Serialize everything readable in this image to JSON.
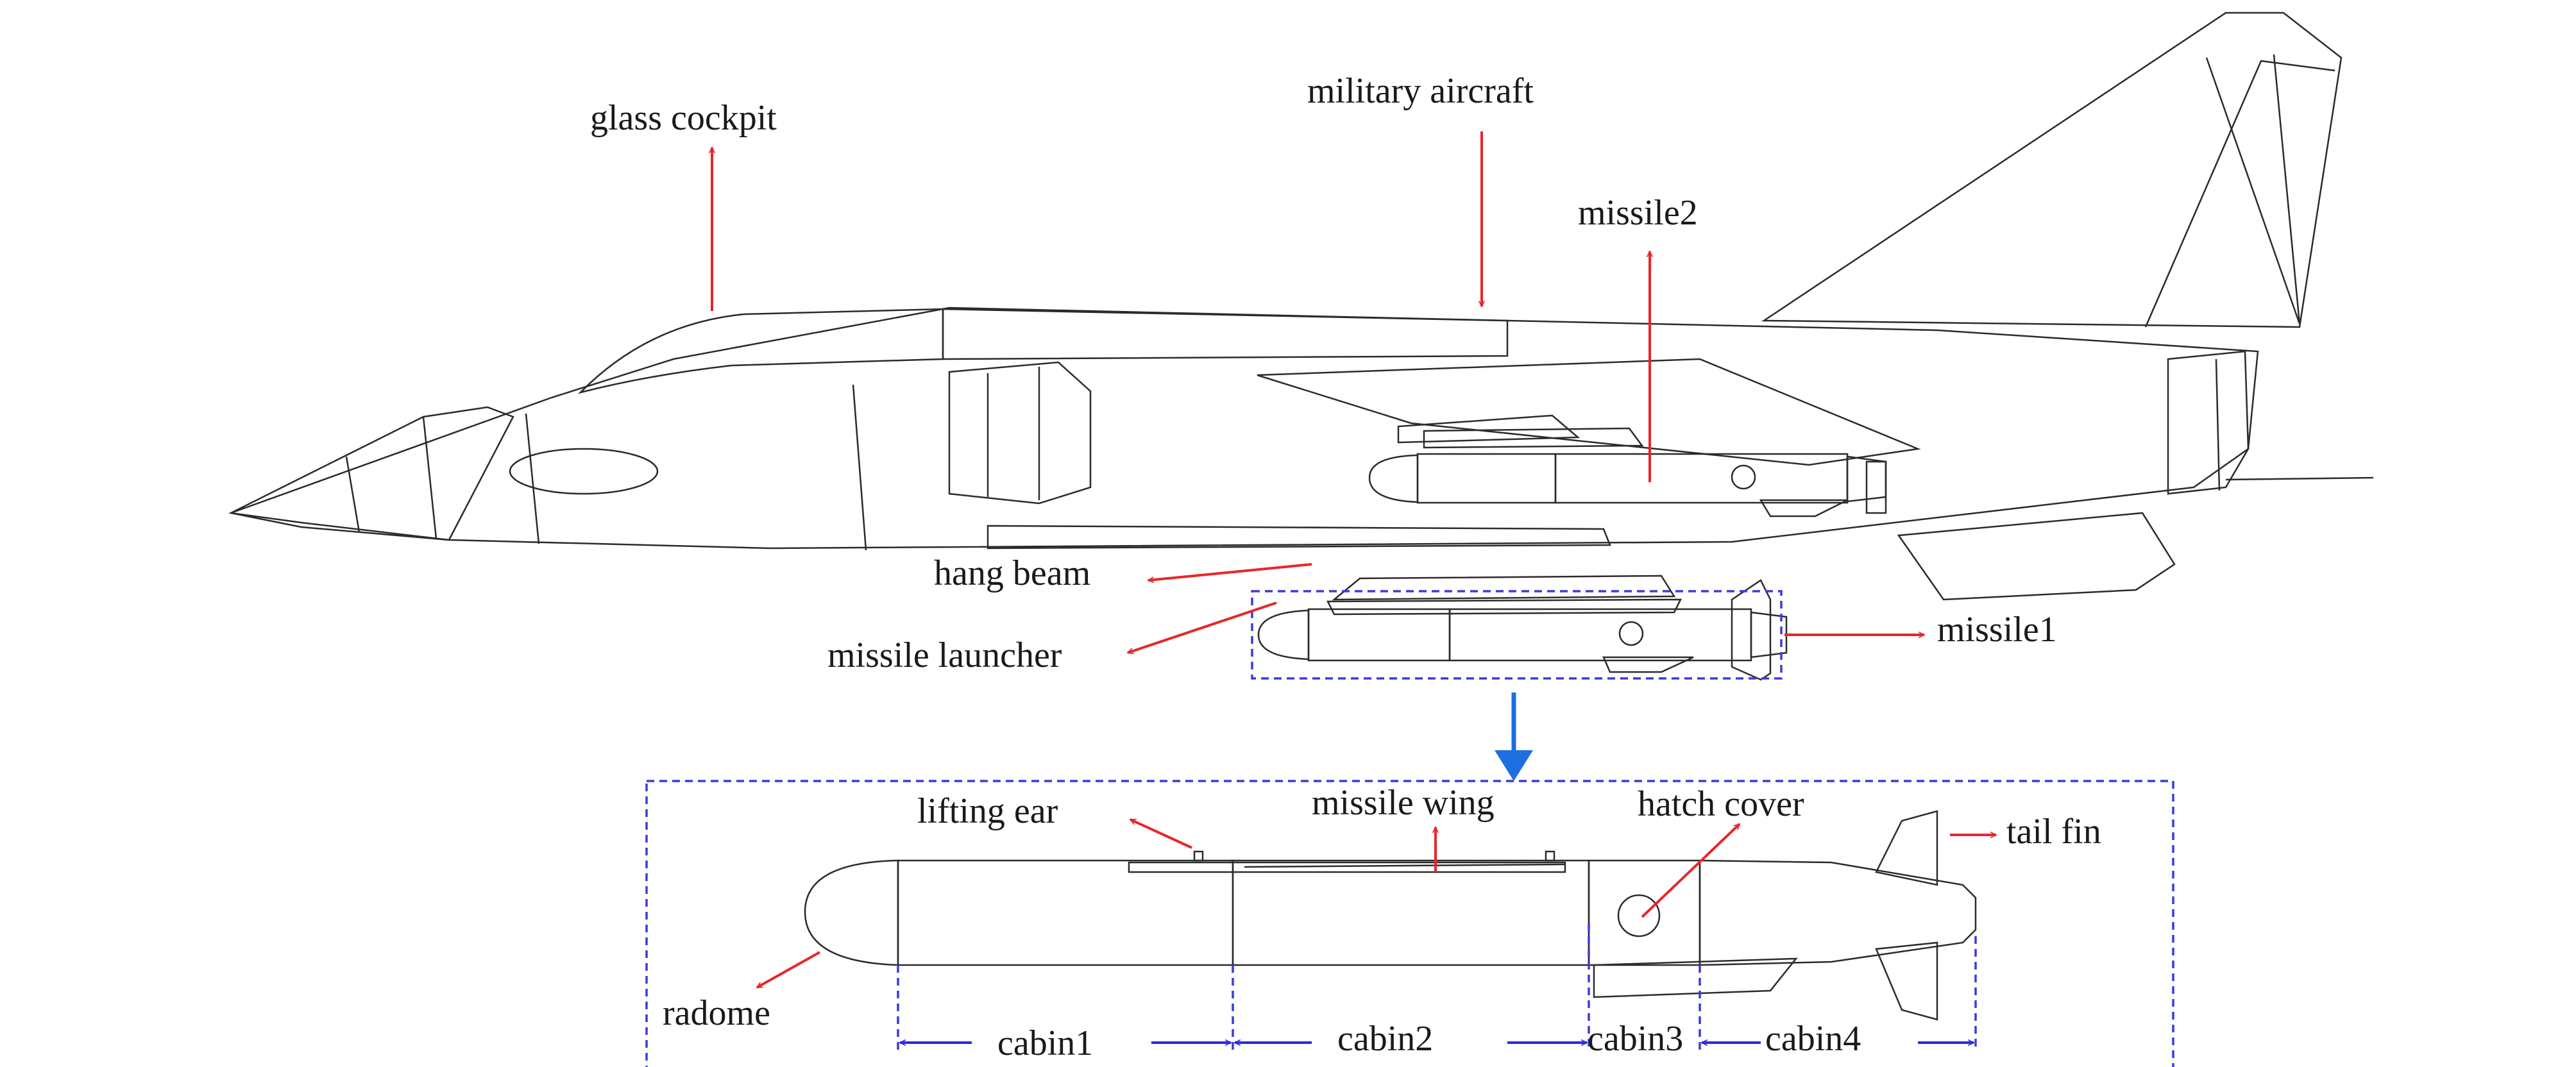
{
  "labels": {
    "glass_cockpit": "glass cockpit",
    "military_aircraft": "military aircraft",
    "missile2": "missile2",
    "hang_beam": "hang beam",
    "missile_launcher": "missile launcher",
    "missile1": "missile1",
    "lifting_ear": "lifting ear",
    "missile_wing": "missile wing",
    "hatch_cover": "hatch cover",
    "tail_fin": "tail fin",
    "radome": "radome",
    "cabin1": "cabin1",
    "cabin2": "cabin2",
    "cabin3": "cabin3",
    "cabin4": "cabin4"
  },
  "colors": {
    "callout_arrow": "#e8262a",
    "dimension_arrow": "#2a2ae0",
    "detail_arrow": "#1c6fe0",
    "radome": "#6fe0b8",
    "canopy": "#2f7fd8",
    "missile_body": "#3a3d44",
    "airframe": "#cfd3d8"
  }
}
